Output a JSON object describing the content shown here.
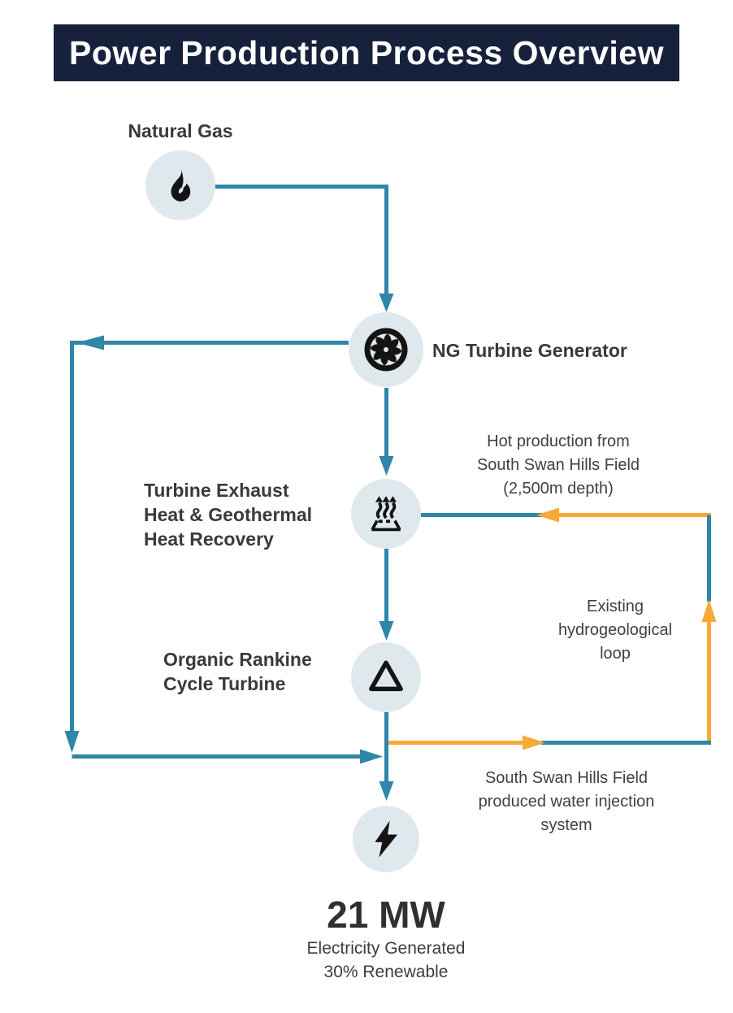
{
  "title": "Power Production Process Overview",
  "colors": {
    "header_bg": "#18213c",
    "header_text": "#ffffff",
    "node_bg": "#dfe9ed",
    "flow_blue": "#2e86a8",
    "flow_orange": "#f7a93b",
    "icon": "#141414",
    "label_text": "#3a3a3a",
    "note_text": "#404040"
  },
  "nodes": [
    {
      "id": "natural-gas",
      "label": "Natural Gas",
      "icon": "flame-icon"
    },
    {
      "id": "ng-turbine",
      "label": "NG Turbine Generator",
      "icon": "turbine-icon"
    },
    {
      "id": "heat-recovery",
      "label": "Turbine Exhaust\nHeat & Geothermal\nHeat Recovery",
      "icon": "heat-waves-icon"
    },
    {
      "id": "orc-turbine",
      "label": "Organic Rankine\nCycle Turbine",
      "icon": "triangle-icon"
    },
    {
      "id": "electricity",
      "label": "",
      "icon": "lightning-icon"
    }
  ],
  "annotations": {
    "hot_production": "Hot production from\nSouth Swan Hills Field\n(2,500m depth)",
    "hydro_loop": "Existing\nhydrogeological\nloop",
    "injection": "South Swan Hills Field\nproduced water injection\nsystem"
  },
  "output": {
    "value": "21 MW",
    "details": "Electricity Generated\n30% Renewable"
  }
}
